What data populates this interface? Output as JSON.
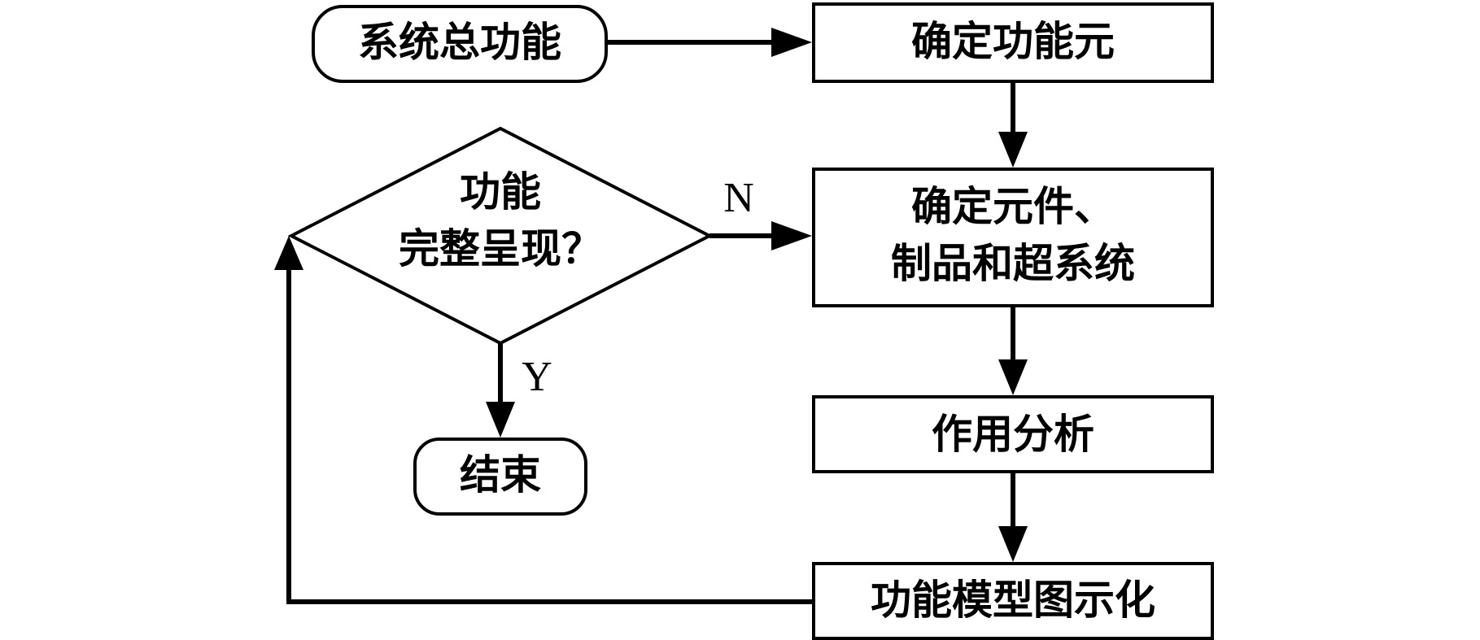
{
  "nodes": {
    "start": "系统总功能",
    "determine_elements": "确定功能元",
    "determine_components_line1": "确定元件、",
    "determine_components_line2": "制品和超系统",
    "action_analysis": "作用分析",
    "visualize_model": "功能模型图示化",
    "decision_line1": "功能",
    "decision_line2": "完整呈现？",
    "end": "结束"
  },
  "edges": {
    "no_label": "N",
    "yes_label": "Y"
  }
}
